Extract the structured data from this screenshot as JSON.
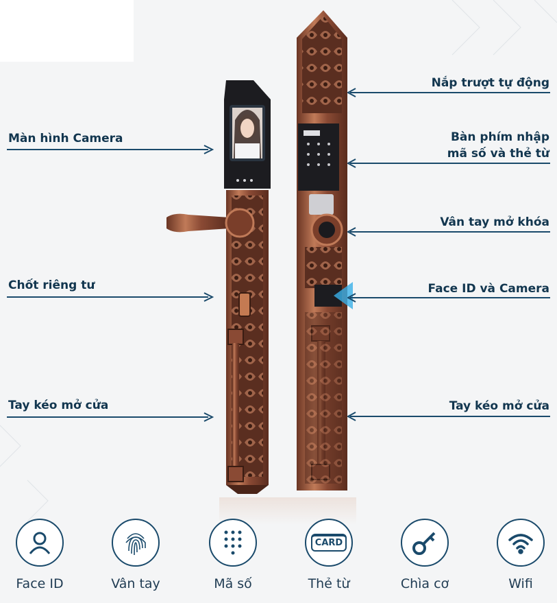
{
  "callouts_left": [
    {
      "label": "Màn hình Camera"
    },
    {
      "label": "Chốt riêng tư"
    },
    {
      "label": "Tay kéo mở cửa"
    }
  ],
  "callouts_right": [
    {
      "label": "Nắp trượt tự động"
    },
    {
      "label": "Bàn phím nhập",
      "label2": "mã số và thẻ từ"
    },
    {
      "label": "Vân tay mở khóa"
    },
    {
      "label": "Face ID và Camera"
    },
    {
      "label": "Tay kéo mở cửa"
    }
  ],
  "features": [
    {
      "icon": "face-id-icon",
      "label": "Face ID"
    },
    {
      "icon": "fingerprint-icon",
      "label": "Vân tay"
    },
    {
      "icon": "keypad-icon",
      "label": "Mã số"
    },
    {
      "icon": "card-icon",
      "label": "Thẻ từ",
      "icon_text": "CARD"
    },
    {
      "icon": "key-icon",
      "label": "Chìa cơ"
    },
    {
      "icon": "wifi-icon",
      "label": "Wifi"
    }
  ],
  "colors": {
    "primary": "#1a4a6b",
    "text": "#12364f",
    "bronze": "#9a5a40",
    "bronze_dark": "#4a2418"
  }
}
